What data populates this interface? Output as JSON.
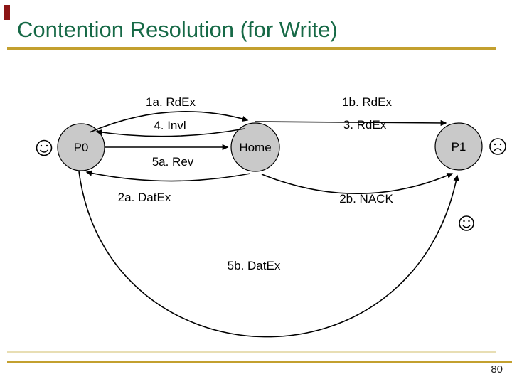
{
  "slide": {
    "title": "Contention Resolution (for Write)",
    "page_number": "80"
  },
  "diagram": {
    "nodes": {
      "p0": "P0",
      "home": "Home",
      "p1": "P1"
    },
    "messages": {
      "m1a": "1a. RdEx",
      "m1b": "1b. RdEx",
      "m2a": "2a. DatEx",
      "m2b": "2b. NACK",
      "m3": "3. RdEx",
      "m4": "4. Invl",
      "m5a": "5a. Rev",
      "m5b": "5b. DatEx"
    },
    "faces": {
      "p0_mood": "happy",
      "p1_mood": "sad",
      "final_mood": "happy"
    }
  },
  "colors": {
    "title_green": "#166946",
    "accent_gold": "#C3A02F",
    "accent_gold_light": "#E8DEB4",
    "accent_red": "#8C1515",
    "node_fill": "#C9C9C9",
    "node_stroke": "#000000",
    "ink": "#000000"
  }
}
